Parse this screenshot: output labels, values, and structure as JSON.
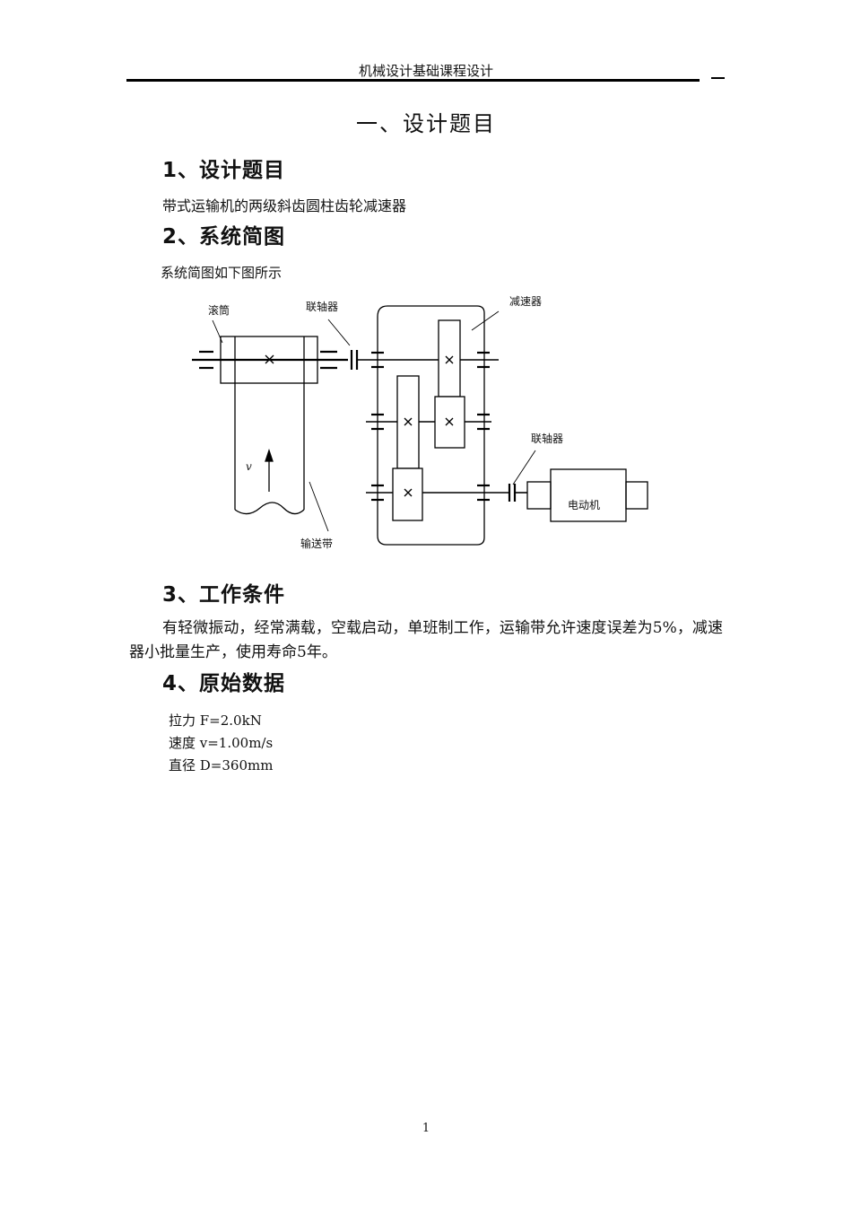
{
  "header": {
    "title": "机械设计基础课程设计",
    "dash": "–"
  },
  "page_heading": "一、设计题目",
  "sections": [
    {
      "heading": "1、设计题目",
      "text": "带式运输机的两级斜齿圆柱齿轮减速器"
    },
    {
      "heading": "2、系统简图",
      "text": "系统简图如下图所示"
    },
    {
      "heading": "3、工作条件",
      "text": "有轻微振动，经常满载，空载启动，单班制工作，运输带允许速度误差为5%，减速器小批量生产，使用寿命5年。"
    },
    {
      "heading": "4、原始数据",
      "lines": [
        "拉力 F=2.0kN",
        "速度 v=1.00m/s",
        "直径 D=360mm"
      ]
    }
  ],
  "diagram": {
    "labels": {
      "drum": "滚筒",
      "coupling_left": "联轴器",
      "reducer": "减速器",
      "coupling_right": "联轴器",
      "motor": "电动机",
      "belt": "输送带",
      "velocity": "v"
    }
  },
  "footer": {
    "page_number": "1"
  }
}
